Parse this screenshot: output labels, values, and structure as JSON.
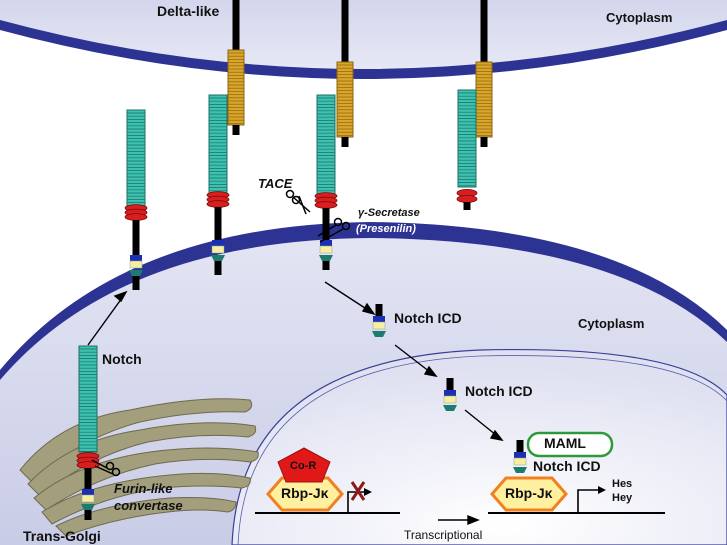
{
  "labels": {
    "delta_like": "Delta-like",
    "cytoplasm_top": "Cytoplasm",
    "cytoplasm_mid": "Cytoplasm",
    "tace": "TACE",
    "gamma_secretase": "γ-Secretase",
    "presenilin": "(Presenilin)",
    "notch": "Notch",
    "notch_icd_1": "Notch ICD",
    "notch_icd_2": "Notch ICD",
    "notch_icd_3": "Notch ICD",
    "furin_line1": "Furin-like",
    "furin_line2": "convertase",
    "trans_golgi": "Trans-Golgi",
    "maml": "MAML",
    "co_r": "Co-R",
    "rbp_left": "Rbp-Jκ",
    "rbp_right": "Rbp-Jκ",
    "hes": "Hes",
    "hey": "Hey",
    "transcriptional": "Transcriptional"
  },
  "colors": {
    "membrane_dark": "#2d3392",
    "cell_fill": "#d9dbee",
    "top_cell_fill": "#dcdff0",
    "egf_repeat": "#3cc2b0",
    "delta_repeat": "#d9a52a",
    "lnr_red": "#d81e1e",
    "tm_blue": "#1b2fb3",
    "tm_yellow": "#f4f0a0",
    "tm_teal": "#1e7b72",
    "maml_green": "#2c9a3a",
    "rbp_orange": "#f08020",
    "rbp_fill": "#fff0a0",
    "cor_red": "#e01818",
    "golgi": "#a39e7c",
    "block_x": "#8a1a1a"
  }
}
